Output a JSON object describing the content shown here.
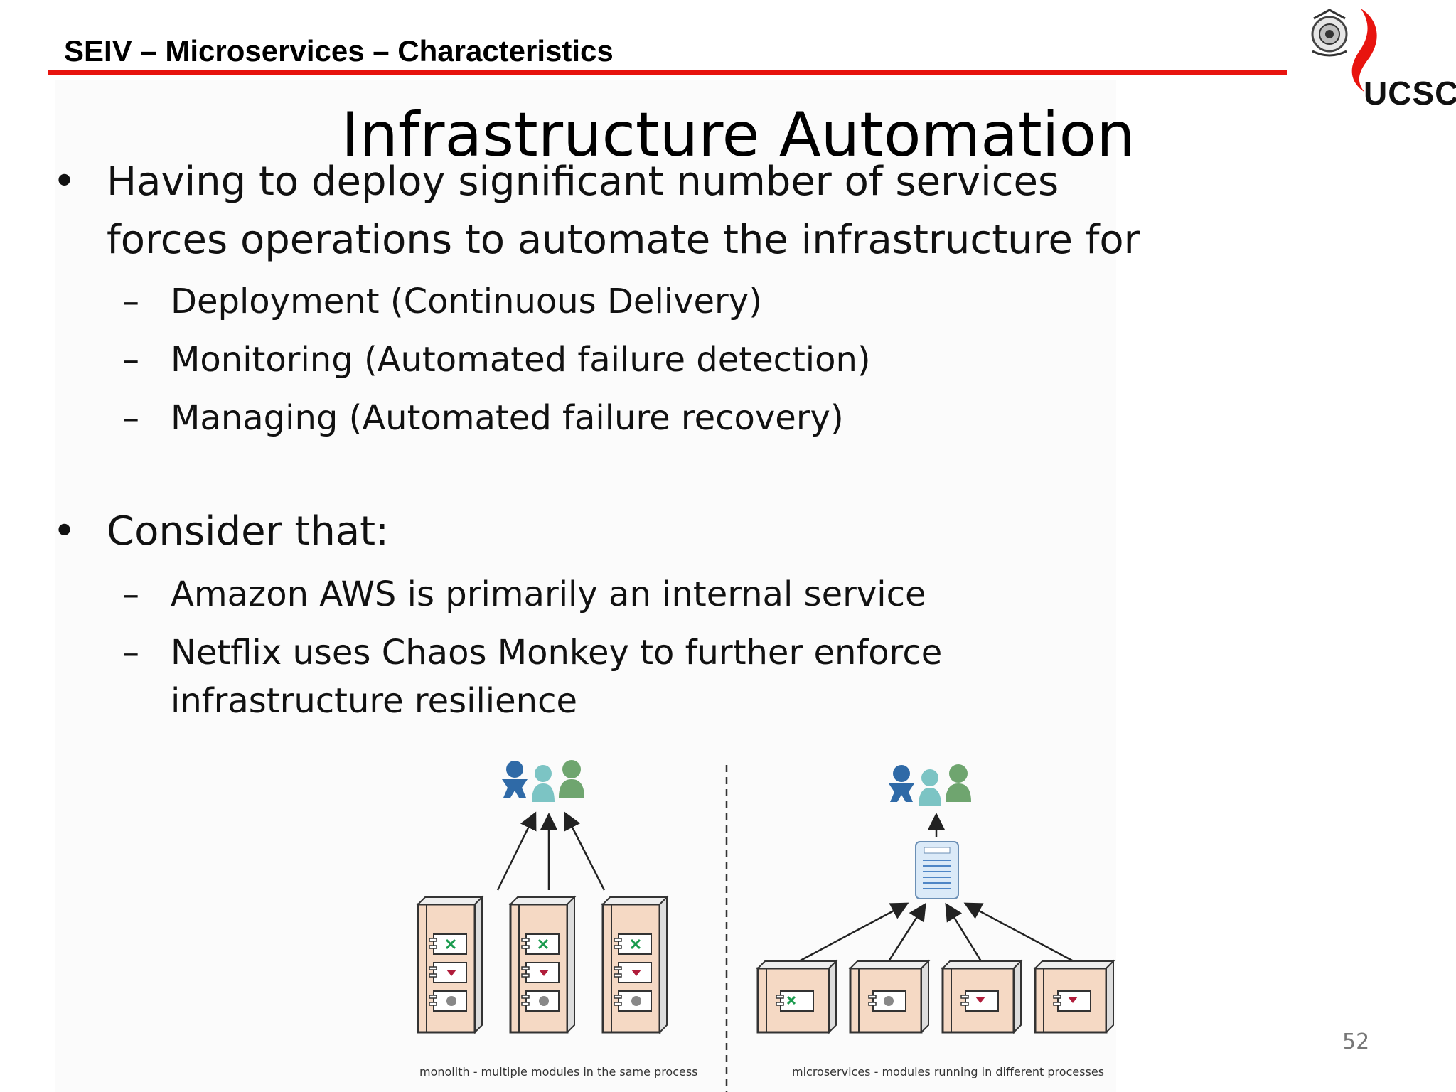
{
  "header": {
    "title": "SEIV – Microservices – Characteristics",
    "logo_text": "UCSC"
  },
  "slide": {
    "title": "Infrastructure Automation",
    "bullets": [
      {
        "lines": [
          "Having to deploy significant number of services",
          "forces operations to automate the infrastructure for"
        ],
        "sub": [
          "Deployment (Continuous Delivery)",
          "Monitoring (Automated failure detection)",
          "Managing (Automated failure recovery)"
        ]
      },
      {
        "lines": [
          "Consider that:"
        ],
        "sub": [
          "Amazon AWS is primarily an internal service",
          "Netflix uses Chaos Monkey to further enforce",
          "infrastructure resilience"
        ]
      }
    ],
    "bullet_symbol": "•",
    "dash_symbol": "–",
    "page_number": "52"
  },
  "diagram": {
    "left_caption": "monolith - multiple modules in the same process",
    "right_caption": "microservices - modules running in different processes"
  },
  "colors": {
    "accent_red": "#e8140f",
    "user_blue": "#2f6aa7",
    "user_teal": "#7cc4c4",
    "user_green": "#6fa56f",
    "box_fill": "#f5d9c4"
  }
}
